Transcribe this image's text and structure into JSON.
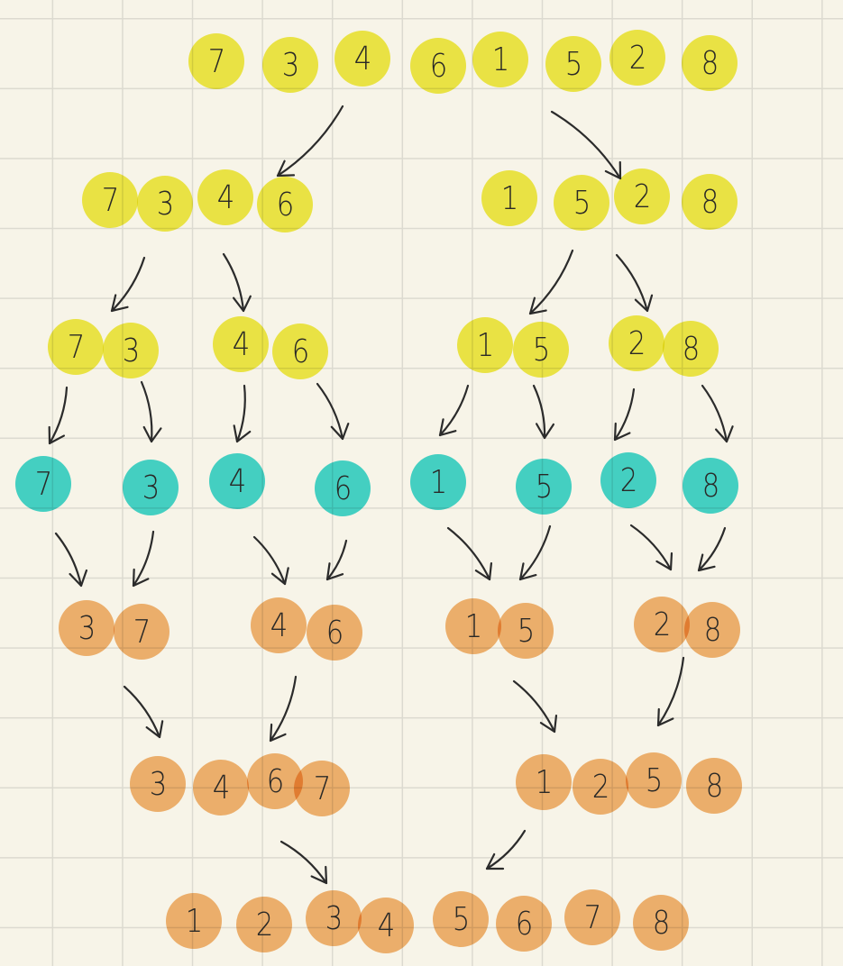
{
  "colors": {
    "unsorted": "#f0ec40",
    "single": "#3cd7d2",
    "merged": "#f2b26e",
    "background": "#f7f4e8",
    "ink": "#2b2b2b"
  },
  "levels": [
    {
      "id": "input",
      "color": "unsorted",
      "groups": [
        [
          7,
          3,
          4,
          6,
          1,
          5,
          2,
          8
        ]
      ]
    },
    {
      "id": "split-1",
      "color": "unsorted",
      "groups": [
        [
          7,
          3,
          4,
          6
        ],
        [
          1,
          5,
          2,
          8
        ]
      ]
    },
    {
      "id": "split-2",
      "color": "unsorted",
      "groups": [
        [
          7,
          3
        ],
        [
          4,
          6
        ],
        [
          1,
          5
        ],
        [
          2,
          8
        ]
      ]
    },
    {
      "id": "split-3",
      "color": "single",
      "groups": [
        [
          7
        ],
        [
          3
        ],
        [
          4
        ],
        [
          6
        ],
        [
          1
        ],
        [
          5
        ],
        [
          2
        ],
        [
          8
        ]
      ]
    },
    {
      "id": "merge-1",
      "color": "merged",
      "groups": [
        [
          3,
          7
        ],
        [
          4,
          6
        ],
        [
          1,
          5
        ],
        [
          2,
          8
        ]
      ]
    },
    {
      "id": "merge-2",
      "color": "merged",
      "groups": [
        [
          3,
          4,
          6,
          7
        ],
        [
          1,
          2,
          5,
          8
        ]
      ]
    },
    {
      "id": "merge-3",
      "color": "merged",
      "groups": [
        [
          1,
          2,
          3,
          4,
          5,
          6,
          7,
          8
        ]
      ]
    }
  ]
}
